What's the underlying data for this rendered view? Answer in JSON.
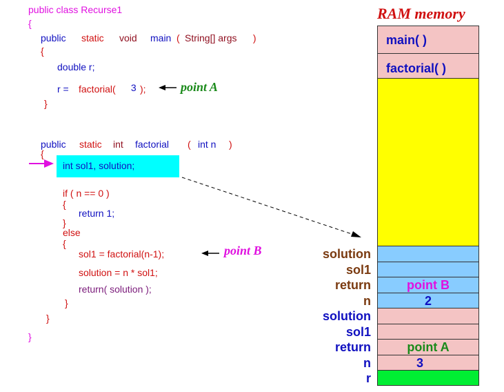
{
  "colors": {
    "magenta": "#e010e0",
    "blue": "#1010c0",
    "red": "#d01010",
    "maroon": "#901020",
    "purple": "#7a1a7a",
    "green": "#1a8a1a",
    "brown": "#7a3a10",
    "pink": "#f4c4c4",
    "yellow": "#ffff00",
    "lightblue": "#88ccff",
    "cyan": "#00ffff",
    "brightgreen": "#00ee33"
  },
  "code": {
    "class_header": "public class Recurse1",
    "open_brace_1": "{",
    "main_public": "public",
    "main_static": "static",
    "main_void": "void",
    "main_name": "main",
    "main_params_open": "( ",
    "main_params_type": "String[] args",
    "main_params_close": " )",
    "open_brace_2": "{",
    "double_decl": "double r;",
    "assign_r": "r = ",
    "assign_call": "factorial(",
    "assign_arg": " 3 ",
    "assign_end": ");",
    "close_brace_2": "}",
    "fact_public": "public",
    "fact_static": "static",
    "fact_int": "int",
    "fact_name": "factorial",
    "fact_params_open": "(",
    "fact_params": "int n",
    "fact_params_close": ")",
    "open_brace_3": "{",
    "highlight_decl": "int sol1, solution;",
    "if_line": "if ( n == 0 )",
    "open_brace_4": "{",
    "return_1": "return 1;",
    "close_brace_4": "}",
    "else_kw": "else",
    "open_brace_5": "{",
    "sol1_line": "sol1 = factorial(n-1);",
    "solution_line": "solution = n * sol1;",
    "return_solution": "return( solution );",
    "close_brace_5": "}",
    "close_brace_3": "}",
    "close_brace_1": "}"
  },
  "annotations": {
    "point_a": "point A",
    "point_b": "point B"
  },
  "ram": {
    "title": "RAM memory",
    "main_label": "main( )",
    "factorial_label": "factorial( )",
    "frame2": {
      "solution_label": "solution",
      "sol1_label": "sol1",
      "return_label": "return",
      "return_value": "point B",
      "n_label": "n",
      "n_value": "2"
    },
    "frame1": {
      "solution_label": "solution",
      "sol1_label": "sol1",
      "return_label": "return",
      "return_value": "point A",
      "n_label": "n",
      "n_value": "3"
    },
    "r_label": "r"
  }
}
